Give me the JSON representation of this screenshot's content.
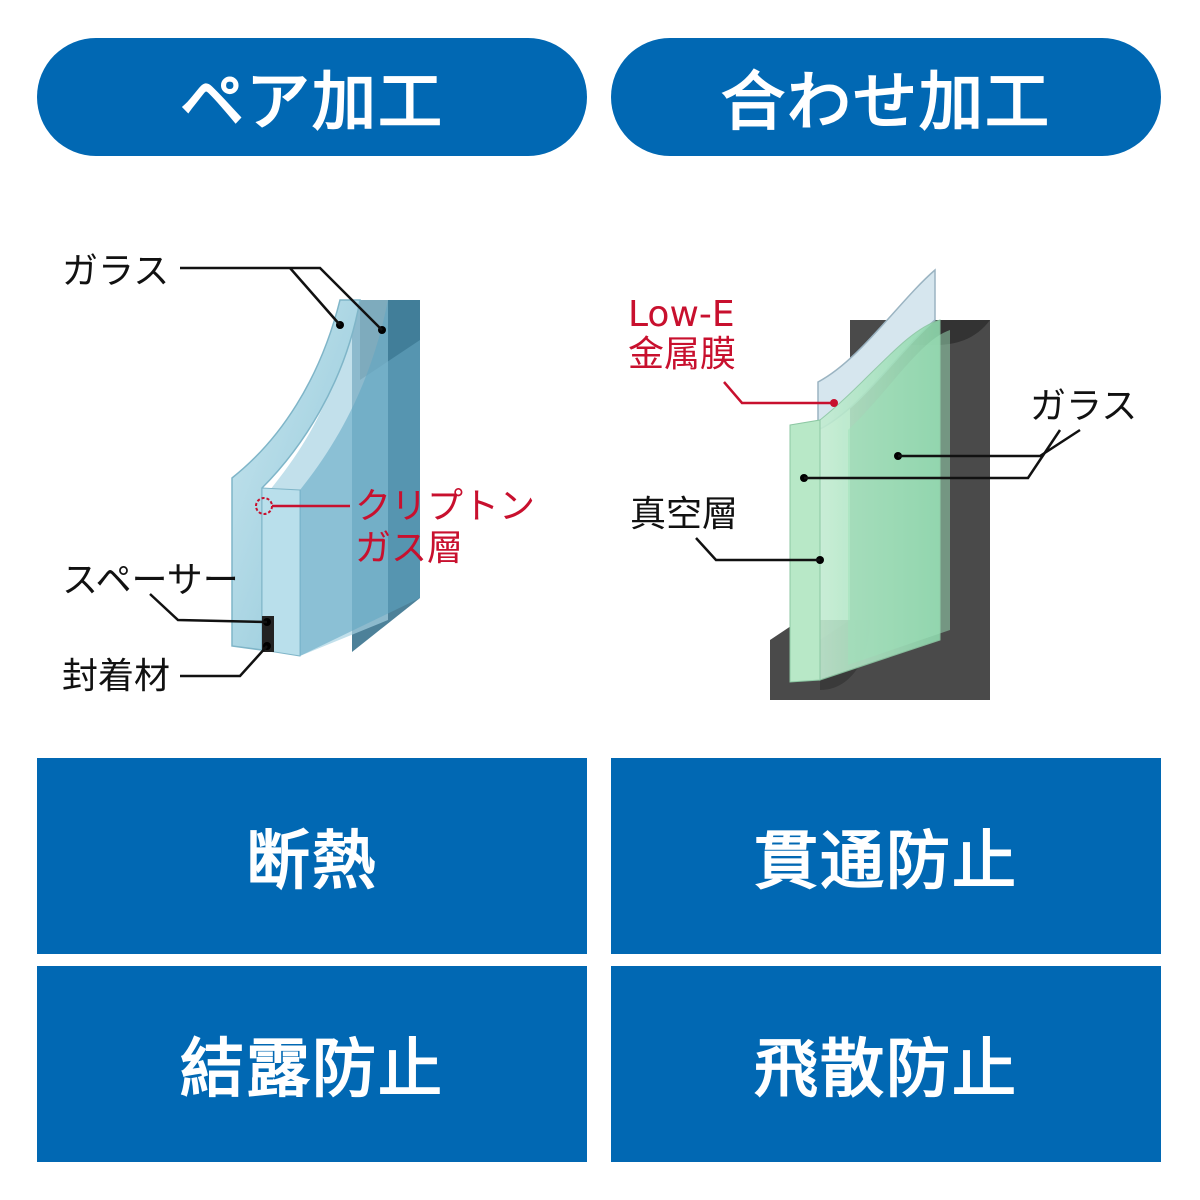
{
  "headers": {
    "left": "ペア加工",
    "right": "合わせ加工"
  },
  "left_diagram": {
    "glass_label": "ガラス",
    "gas_label_line1": "クリプトン",
    "gas_label_line2": "ガス層",
    "spacer_label": "スペーサー",
    "sealant_label": "封着材"
  },
  "right_diagram": {
    "lowe_label_line1": "Low-E",
    "lowe_label_line2": "金属膜",
    "glass_label": "ガラス",
    "vacuum_label": "真空層"
  },
  "features": {
    "left": [
      "断熱",
      "結露防止"
    ],
    "right": [
      "貫通防止",
      "飛散防止"
    ]
  },
  "colors": {
    "brand_blue": "#0168b3",
    "red_label": "#c8102e",
    "black_label": "#111111"
  }
}
